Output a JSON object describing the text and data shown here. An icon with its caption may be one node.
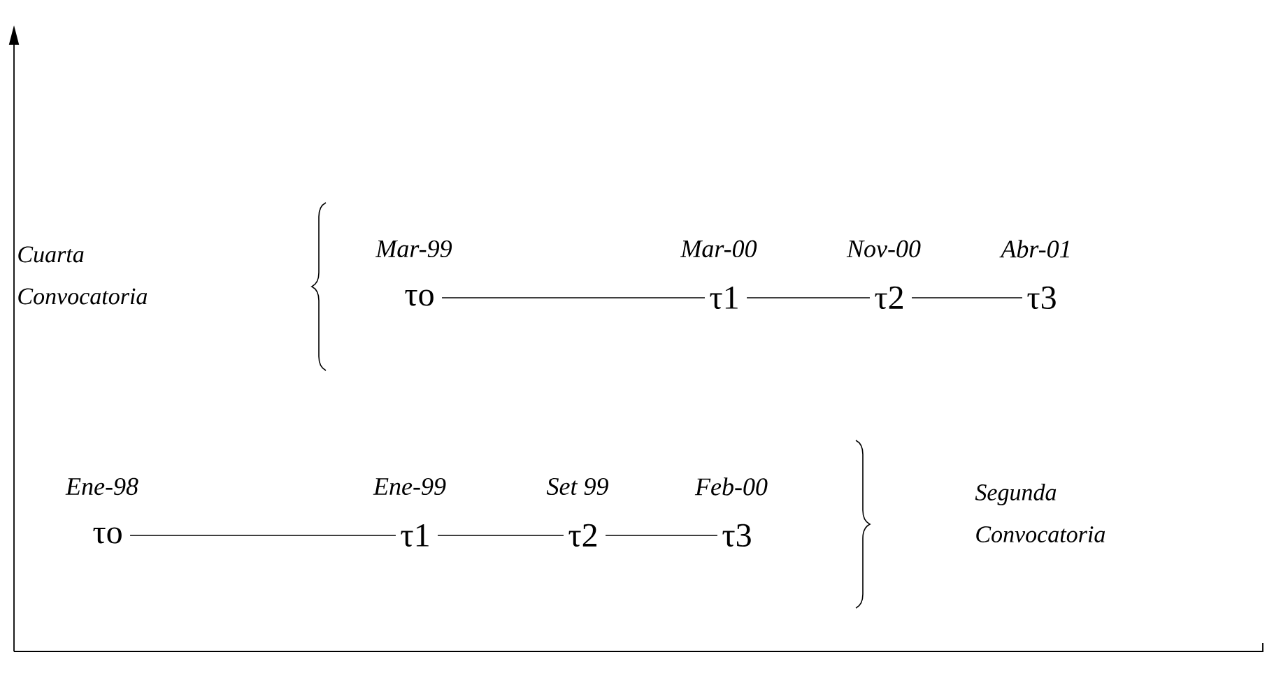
{
  "diagram": {
    "nodes": [
      {
        "text": [
          "τo"
        ],
        "beside": [
          "Mar-99"
        ]
      },
      {
        "text": [
          "τ1"
        ],
        "beside": [
          "Mar-00"
        ]
      },
      {
        "text": [
          "τ2"
        ],
        "beside": [
          "Nov-00"
        ]
      },
      {
        "text": [
          "τ3"
        ],
        "beside": [
          "Abr-01"
        ]
      },
      {
        "text": [
          "τo"
        ],
        "beside": [
          "Ene-98"
        ]
      },
      {
        "text": [
          "τ1"
        ],
        "beside": [
          "Ene-99"
        ]
      },
      {
        "text": [
          "τ2"
        ],
        "beside": [
          "Set 99"
        ]
      },
      {
        "text": [
          "τ3"
        ],
        "beside": [
          "Feb-00"
        ]
      }
    ],
    "edges": [
      {
        "from": 0,
        "to": 1,
        "arrow": "none"
      },
      {
        "from": 1,
        "to": 2,
        "arrow": "none"
      },
      {
        "from": 2,
        "to": 3,
        "arrow": "none"
      },
      {
        "from": 4,
        "to": 5,
        "arrow": "none"
      },
      {
        "from": 5,
        "to": 6,
        "arrow": "none"
      },
      {
        "from": 6,
        "to": 7,
        "arrow": "none"
      }
    ],
    "labels": [
      "Cuarta Convocatoria",
      "Segunda Convocatoria"
    ]
  }
}
